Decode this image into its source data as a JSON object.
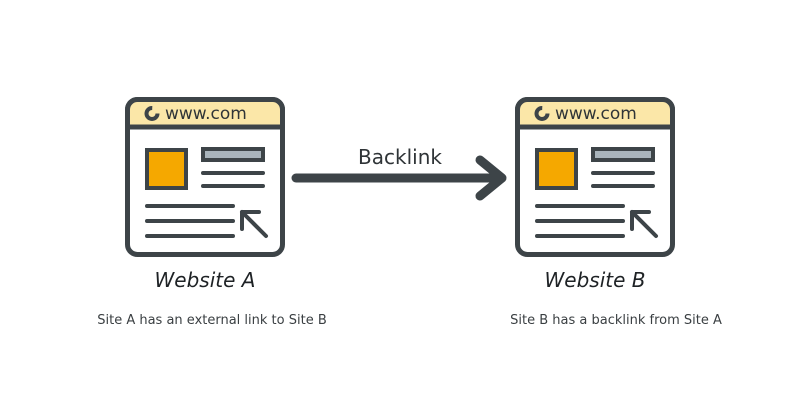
{
  "colors": {
    "outline": "#3d4448",
    "header_fill": "#fbe7a8",
    "square_fill": "#f5a800",
    "bar_fill": "#a9b4bc",
    "background": "#ffffff"
  },
  "site_a": {
    "url": "www.com",
    "caption": "Website A",
    "description": "Site A has an external link to Site B",
    "icon": "browser-window-icon"
  },
  "site_b": {
    "url": "www.com",
    "caption": "Website B",
    "description": "Site B has a backlink from Site A",
    "icon": "browser-window-icon"
  },
  "link": {
    "label": "Backlink",
    "icon": "arrow-right-icon"
  }
}
